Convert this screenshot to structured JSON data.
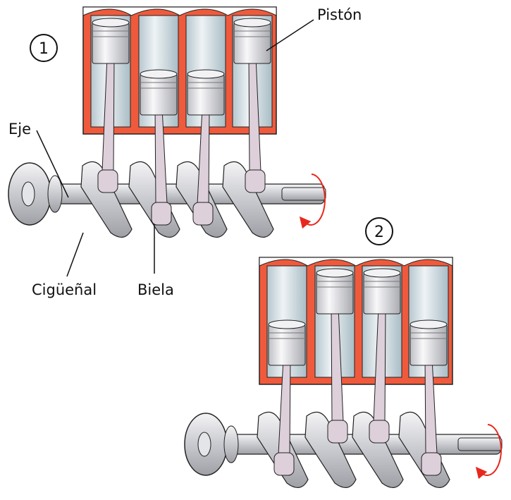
{
  "labels": {
    "piston": "Pistón",
    "axle": "Eje",
    "crankshaft": "Cigüeñal",
    "connecting_rod": "Biela"
  },
  "stages": [
    {
      "number": "1",
      "piston_positions": [
        "up",
        "down",
        "down",
        "up"
      ]
    },
    {
      "number": "2",
      "piston_positions": [
        "down",
        "up",
        "up",
        "down"
      ]
    }
  ],
  "colors": {
    "cylinder_wall": "#f05a3c",
    "cylinder_bore": "#c9d6dc",
    "metal": "#d8d9dd",
    "connecting_rod": "#ddd0da",
    "rotation_arrow": "#e8281e",
    "outline": "#222222"
  }
}
